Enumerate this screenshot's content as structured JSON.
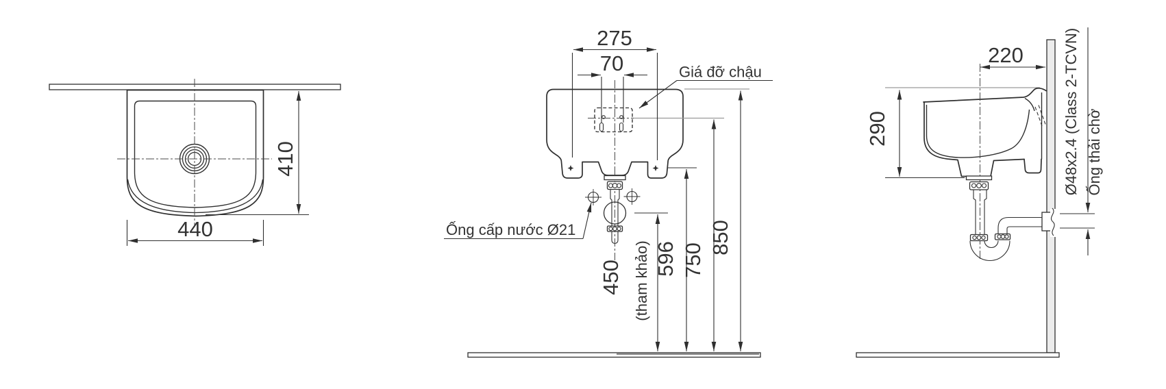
{
  "colors": {
    "background": "#ffffff",
    "line": "#2f2f2f",
    "extension_line": "#9a9a9a",
    "text": "#333333"
  },
  "top_view": {
    "width": "440",
    "depth": "410"
  },
  "front_view": {
    "bolt_span": "275",
    "slot_span": "70",
    "bracket_label": "Giá đỡ chậu",
    "supply_label": "Ống cấp nước Ø21",
    "supply_height": "450",
    "supply_note": "(tham khảo)",
    "lug_height": "596",
    "bracket_height": "750",
    "rim_height": "850"
  },
  "side_view": {
    "depth": "220",
    "basin_height": "290",
    "outlet_spec": "Ø48x2.4 (Class 2-TCVN)",
    "outlet_label": "Ống thải chờ"
  }
}
